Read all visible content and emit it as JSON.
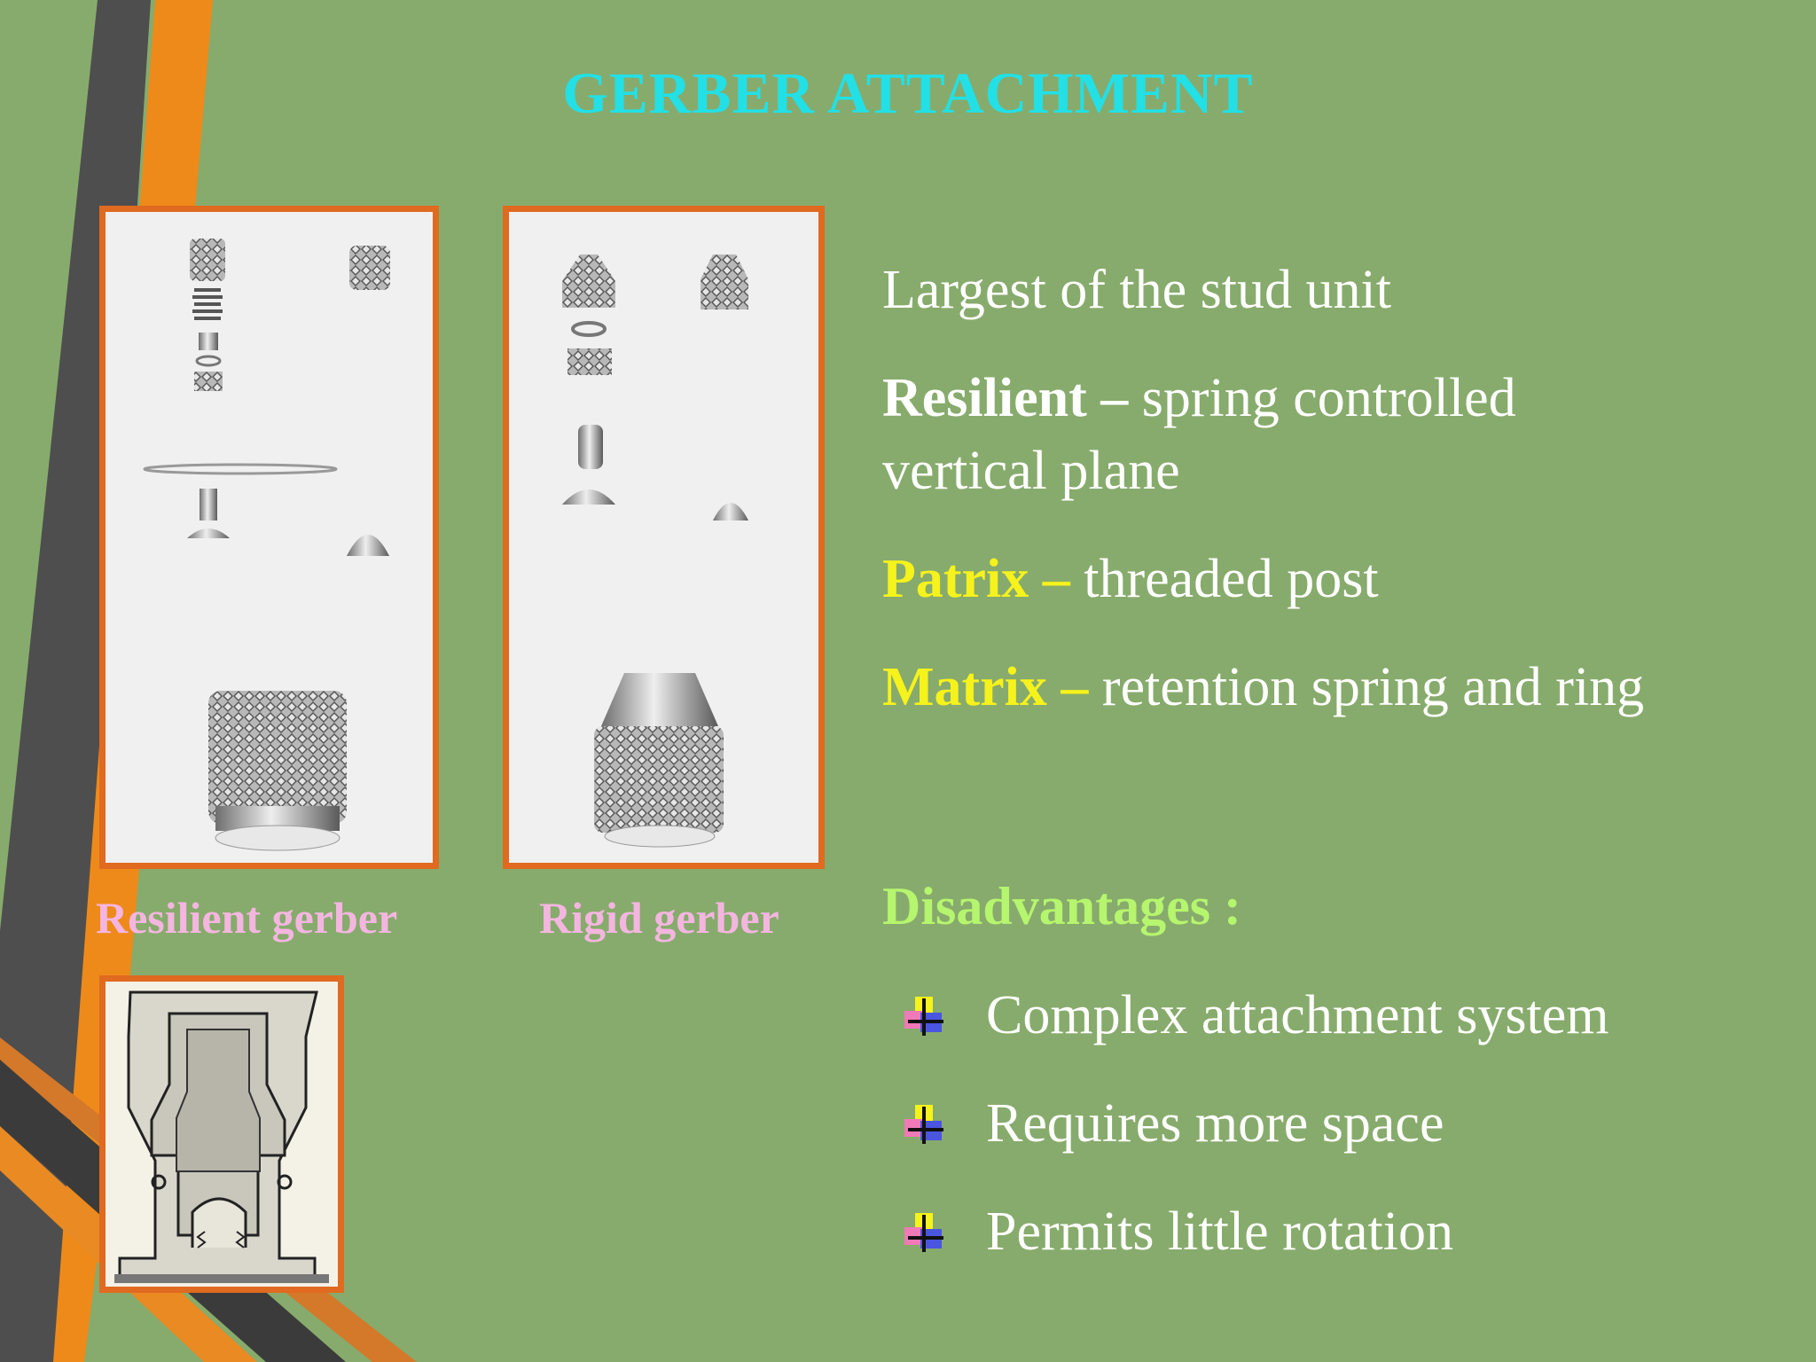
{
  "slide": {
    "title": "GERBER ATTACHMENT",
    "colors": {
      "background": "#87ab6c",
      "title": "#22e0e6",
      "frame": "#e06a20",
      "caption": "#f4b6e0",
      "highlight": "#f6f21c",
      "heading_green": "#b6f56e",
      "stripe_orange": "#ee8a1a",
      "stripe_gray": "#4e4e4e"
    },
    "images": {
      "resilient_caption": "Resilient gerber",
      "rigid_caption": "Rigid gerber"
    },
    "points": {
      "p1": "Largest of the stud unit",
      "p2_term": "Resilient",
      "p2_dash": " – ",
      "p2_text": "spring controlled",
      "p2_text2": "vertical plane",
      "p3_term": "Patrix",
      "p3_dash": " – ",
      "p3_text": "threaded post",
      "p4_term": "Matrix",
      "p4_dash": " – ",
      "p4_text": "retention spring and ring"
    },
    "disadvantages": {
      "heading": "Disadvantages :",
      "items": [
        "Complex attachment system",
        "Requires more space",
        "Permits little rotation"
      ],
      "marker_icon": "square-cross-bullet-icon"
    }
  }
}
